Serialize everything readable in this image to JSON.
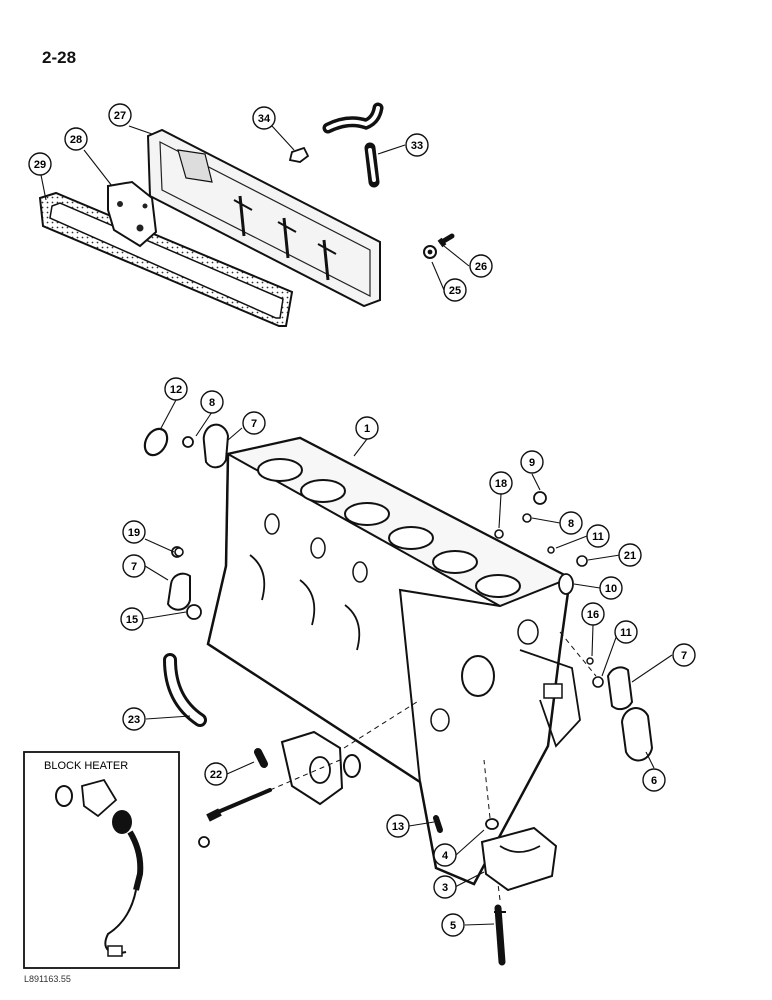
{
  "page_number": "2-28",
  "figure_id": "L891163.55",
  "inset": {
    "title": "BLOCK HEATER"
  },
  "callouts": [
    {
      "id": "c1",
      "label": "1"
    },
    {
      "id": "c3",
      "label": "3"
    },
    {
      "id": "c4",
      "label": "4"
    },
    {
      "id": "c5",
      "label": "5"
    },
    {
      "id": "c6",
      "label": "6"
    },
    {
      "id": "c7a",
      "label": "7"
    },
    {
      "id": "c7b",
      "label": "7"
    },
    {
      "id": "c7c",
      "label": "7"
    },
    {
      "id": "c8a",
      "label": "8"
    },
    {
      "id": "c8b",
      "label": "8"
    },
    {
      "id": "c9",
      "label": "9"
    },
    {
      "id": "c10",
      "label": "10"
    },
    {
      "id": "c11a",
      "label": "11"
    },
    {
      "id": "c11b",
      "label": "11"
    },
    {
      "id": "c12",
      "label": "12"
    },
    {
      "id": "c13",
      "label": "13"
    },
    {
      "id": "c15",
      "label": "15"
    },
    {
      "id": "c16",
      "label": "16"
    },
    {
      "id": "c18",
      "label": "18"
    },
    {
      "id": "c19",
      "label": "19"
    },
    {
      "id": "c21",
      "label": "21"
    },
    {
      "id": "c22",
      "label": "22"
    },
    {
      "id": "c23",
      "label": "23"
    },
    {
      "id": "c25",
      "label": "25"
    },
    {
      "id": "c26",
      "label": "26"
    },
    {
      "id": "c27",
      "label": "27"
    },
    {
      "id": "c28",
      "label": "28"
    },
    {
      "id": "c29",
      "label": "29"
    },
    {
      "id": "c33",
      "label": "33"
    },
    {
      "id": "c34",
      "label": "34"
    }
  ]
}
